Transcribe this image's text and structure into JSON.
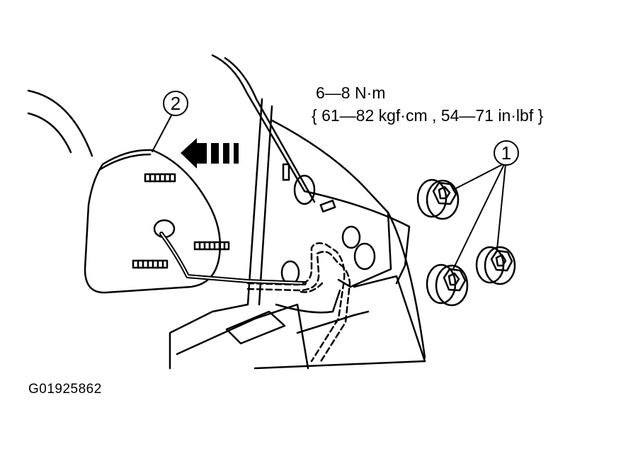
{
  "torque_spec": {
    "line1": "6—8 N·m",
    "line2": "{ 61—82 kgf·cm , 54—71 in·lbf }"
  },
  "callouts": {
    "nut": "1",
    "mirror": "2"
  },
  "figure_code": "G01925862"
}
